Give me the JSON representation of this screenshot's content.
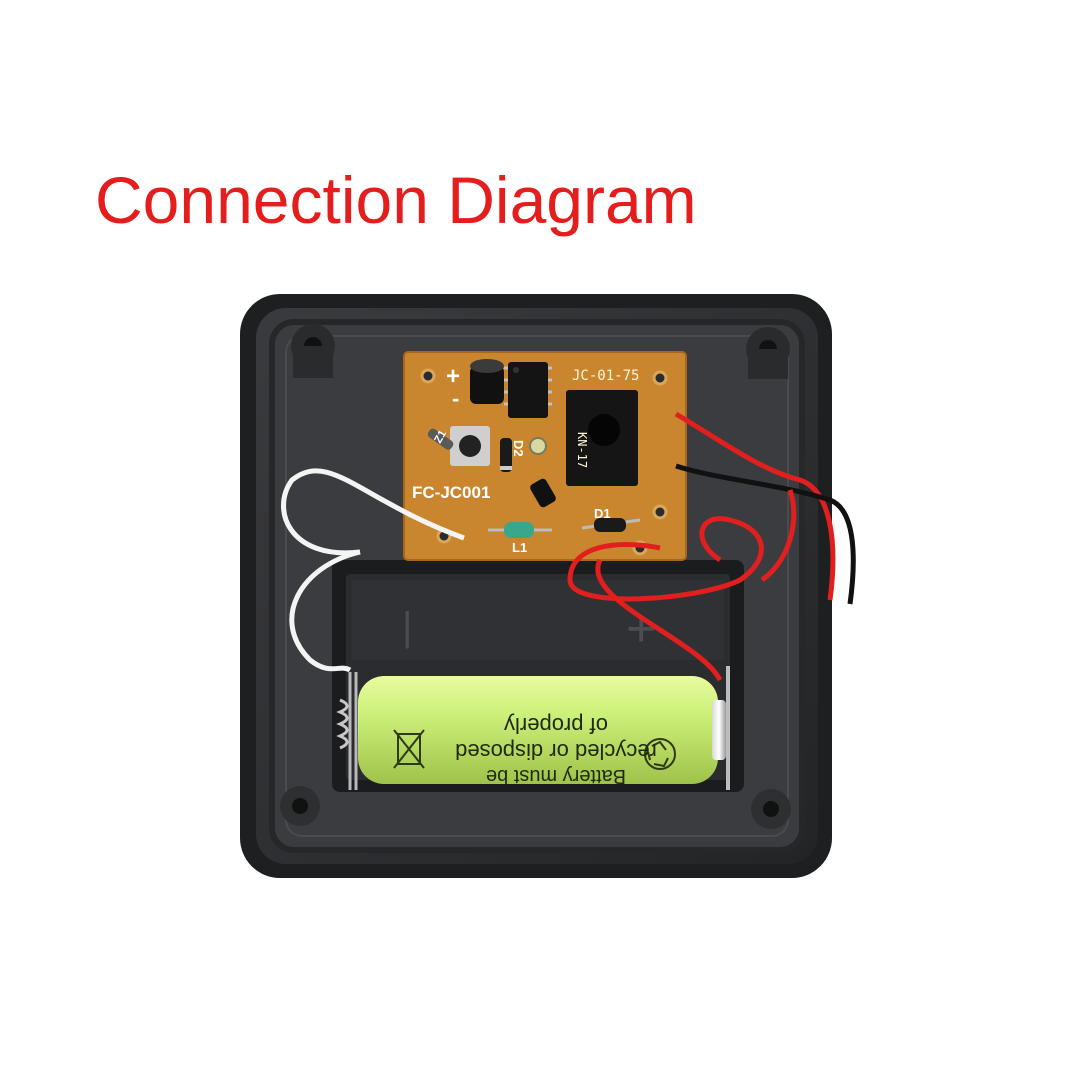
{
  "title": "Connection Diagram",
  "pcb": {
    "model_code": "JC-01-75",
    "board_name": "FC-JC001",
    "switch_label": "KN-17",
    "plus": "+",
    "minus": "-",
    "labels": {
      "d1": "D1",
      "d2": "D2",
      "l1": "L1",
      "z1": "Z1"
    }
  },
  "holder": {
    "minus": "|",
    "plus": "+"
  },
  "battery": {
    "line1": "Battery must be",
    "line2": "recycled or disposed",
    "line3": "of properly"
  },
  "colors": {
    "title": "#e41d1d",
    "enclosure": "#2b2c2e",
    "pcb": "#c9862e",
    "battery": "#cdf07a",
    "wire_red": "#e21f1f",
    "wire_black": "#111111",
    "wire_white": "#f4f4f4"
  }
}
